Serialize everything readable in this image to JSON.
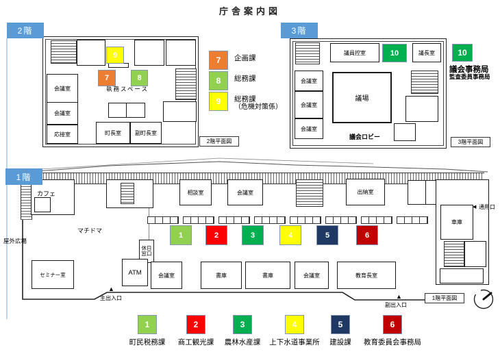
{
  "title": "庁舎案内図",
  "colors": {
    "floor_tag_blue": "#5B9BD5",
    "orange": "#ED7D31",
    "light_green": "#92D050",
    "yellow": "#FFFF00",
    "green": "#00B050",
    "red": "#FF0000",
    "navy": "#1F3864",
    "dark_red": "#C00000"
  },
  "f2": {
    "tag": "2階",
    "caption": "2階平面図",
    "rooms": {
      "meeting1": "会議室",
      "meeting2": "会議室",
      "reception": "応接室",
      "mayor": "町長室",
      "deputy_mayor": "副町長室",
      "office": "執務スペース"
    },
    "markers": {
      "m7": "7",
      "m8": "8",
      "m9": "9"
    }
  },
  "f2_legend": [
    {
      "num": "7",
      "label": "企画課",
      "color": "#ED7D31"
    },
    {
      "num": "8",
      "label": "総務課",
      "color": "#92D050"
    },
    {
      "num": "9",
      "label": "総務課",
      "label2": "（危機対策係）",
      "color": "#FFFF00"
    }
  ],
  "f3": {
    "tag": "3階",
    "caption": "3階平面図",
    "rooms": {
      "members_waiting": "議員控室",
      "chairman": "議長室",
      "meeting1": "会議室",
      "meeting2": "会議室",
      "meeting3": "会議室",
      "assembly_hall": "議場",
      "assembly_lobby": "議会ロビー"
    },
    "markers": {
      "m10": "10"
    }
  },
  "f3_legend": {
    "num": "10",
    "label": "議会事務局",
    "label2": "監査委員事務局",
    "color": "#00B050"
  },
  "f1": {
    "tag": "1階",
    "caption": "1階平面図",
    "labels": {
      "cafe": "カフェ",
      "outdoor_plaza": "屋外広場",
      "machidoma": "マチドマ",
      "consult": "相談室",
      "meeting_top": "会議室",
      "cashier": "出納室",
      "garage": "車庫",
      "service_gate": "通用口",
      "holiday_line1": "休日",
      "holiday_line2": "窓口",
      "atm": "ATM",
      "seminar": "セミナー室",
      "meeting_b1": "会議室",
      "stack1": "書庫",
      "stack2": "書庫",
      "meeting_b2": "会議室",
      "edu_chief": "教育長室",
      "main_gate": "主出入口",
      "sub_gate": "副出入口"
    },
    "markers": {
      "m1": "1",
      "m2": "2",
      "m3": "3",
      "m4": "4",
      "m5": "5",
      "m6": "6"
    }
  },
  "f1_legend": [
    {
      "num": "1",
      "label": "町民税務課",
      "color": "#92D050"
    },
    {
      "num": "2",
      "label": "商工観光課",
      "color": "#FF0000"
    },
    {
      "num": "3",
      "label": "農林水産課",
      "color": "#00B050"
    },
    {
      "num": "4",
      "label": "上下水道事業所",
      "color": "#FFFF00"
    },
    {
      "num": "5",
      "label": "建設課",
      "color": "#1F3864"
    },
    {
      "num": "6",
      "label": "教育委員会事務局",
      "color": "#C00000"
    }
  ]
}
